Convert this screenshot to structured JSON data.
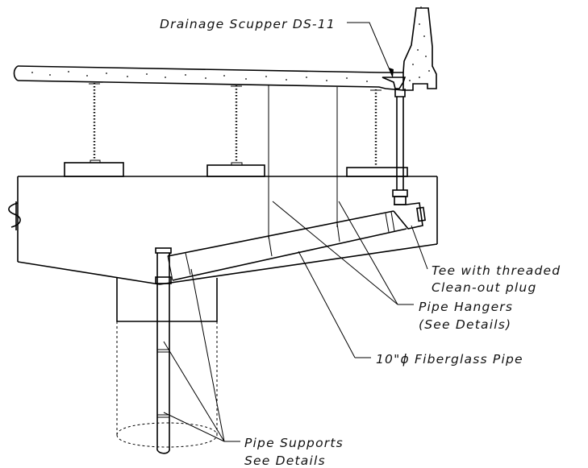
{
  "callouts": {
    "scupper": "Drainage Scupper DS-11",
    "tee_line1": "Tee with threaded",
    "tee_line2": "Clean-out plug",
    "hangers_line1": "Pipe Hangers",
    "hangers_line2": "(See Details)",
    "pipe": "10\"ϕ Fiberglass Pipe",
    "supports_line1": "Pipe Supports",
    "supports_line2": "See Details"
  },
  "colors": {
    "ink": "#000000",
    "background": "#ffffff"
  }
}
